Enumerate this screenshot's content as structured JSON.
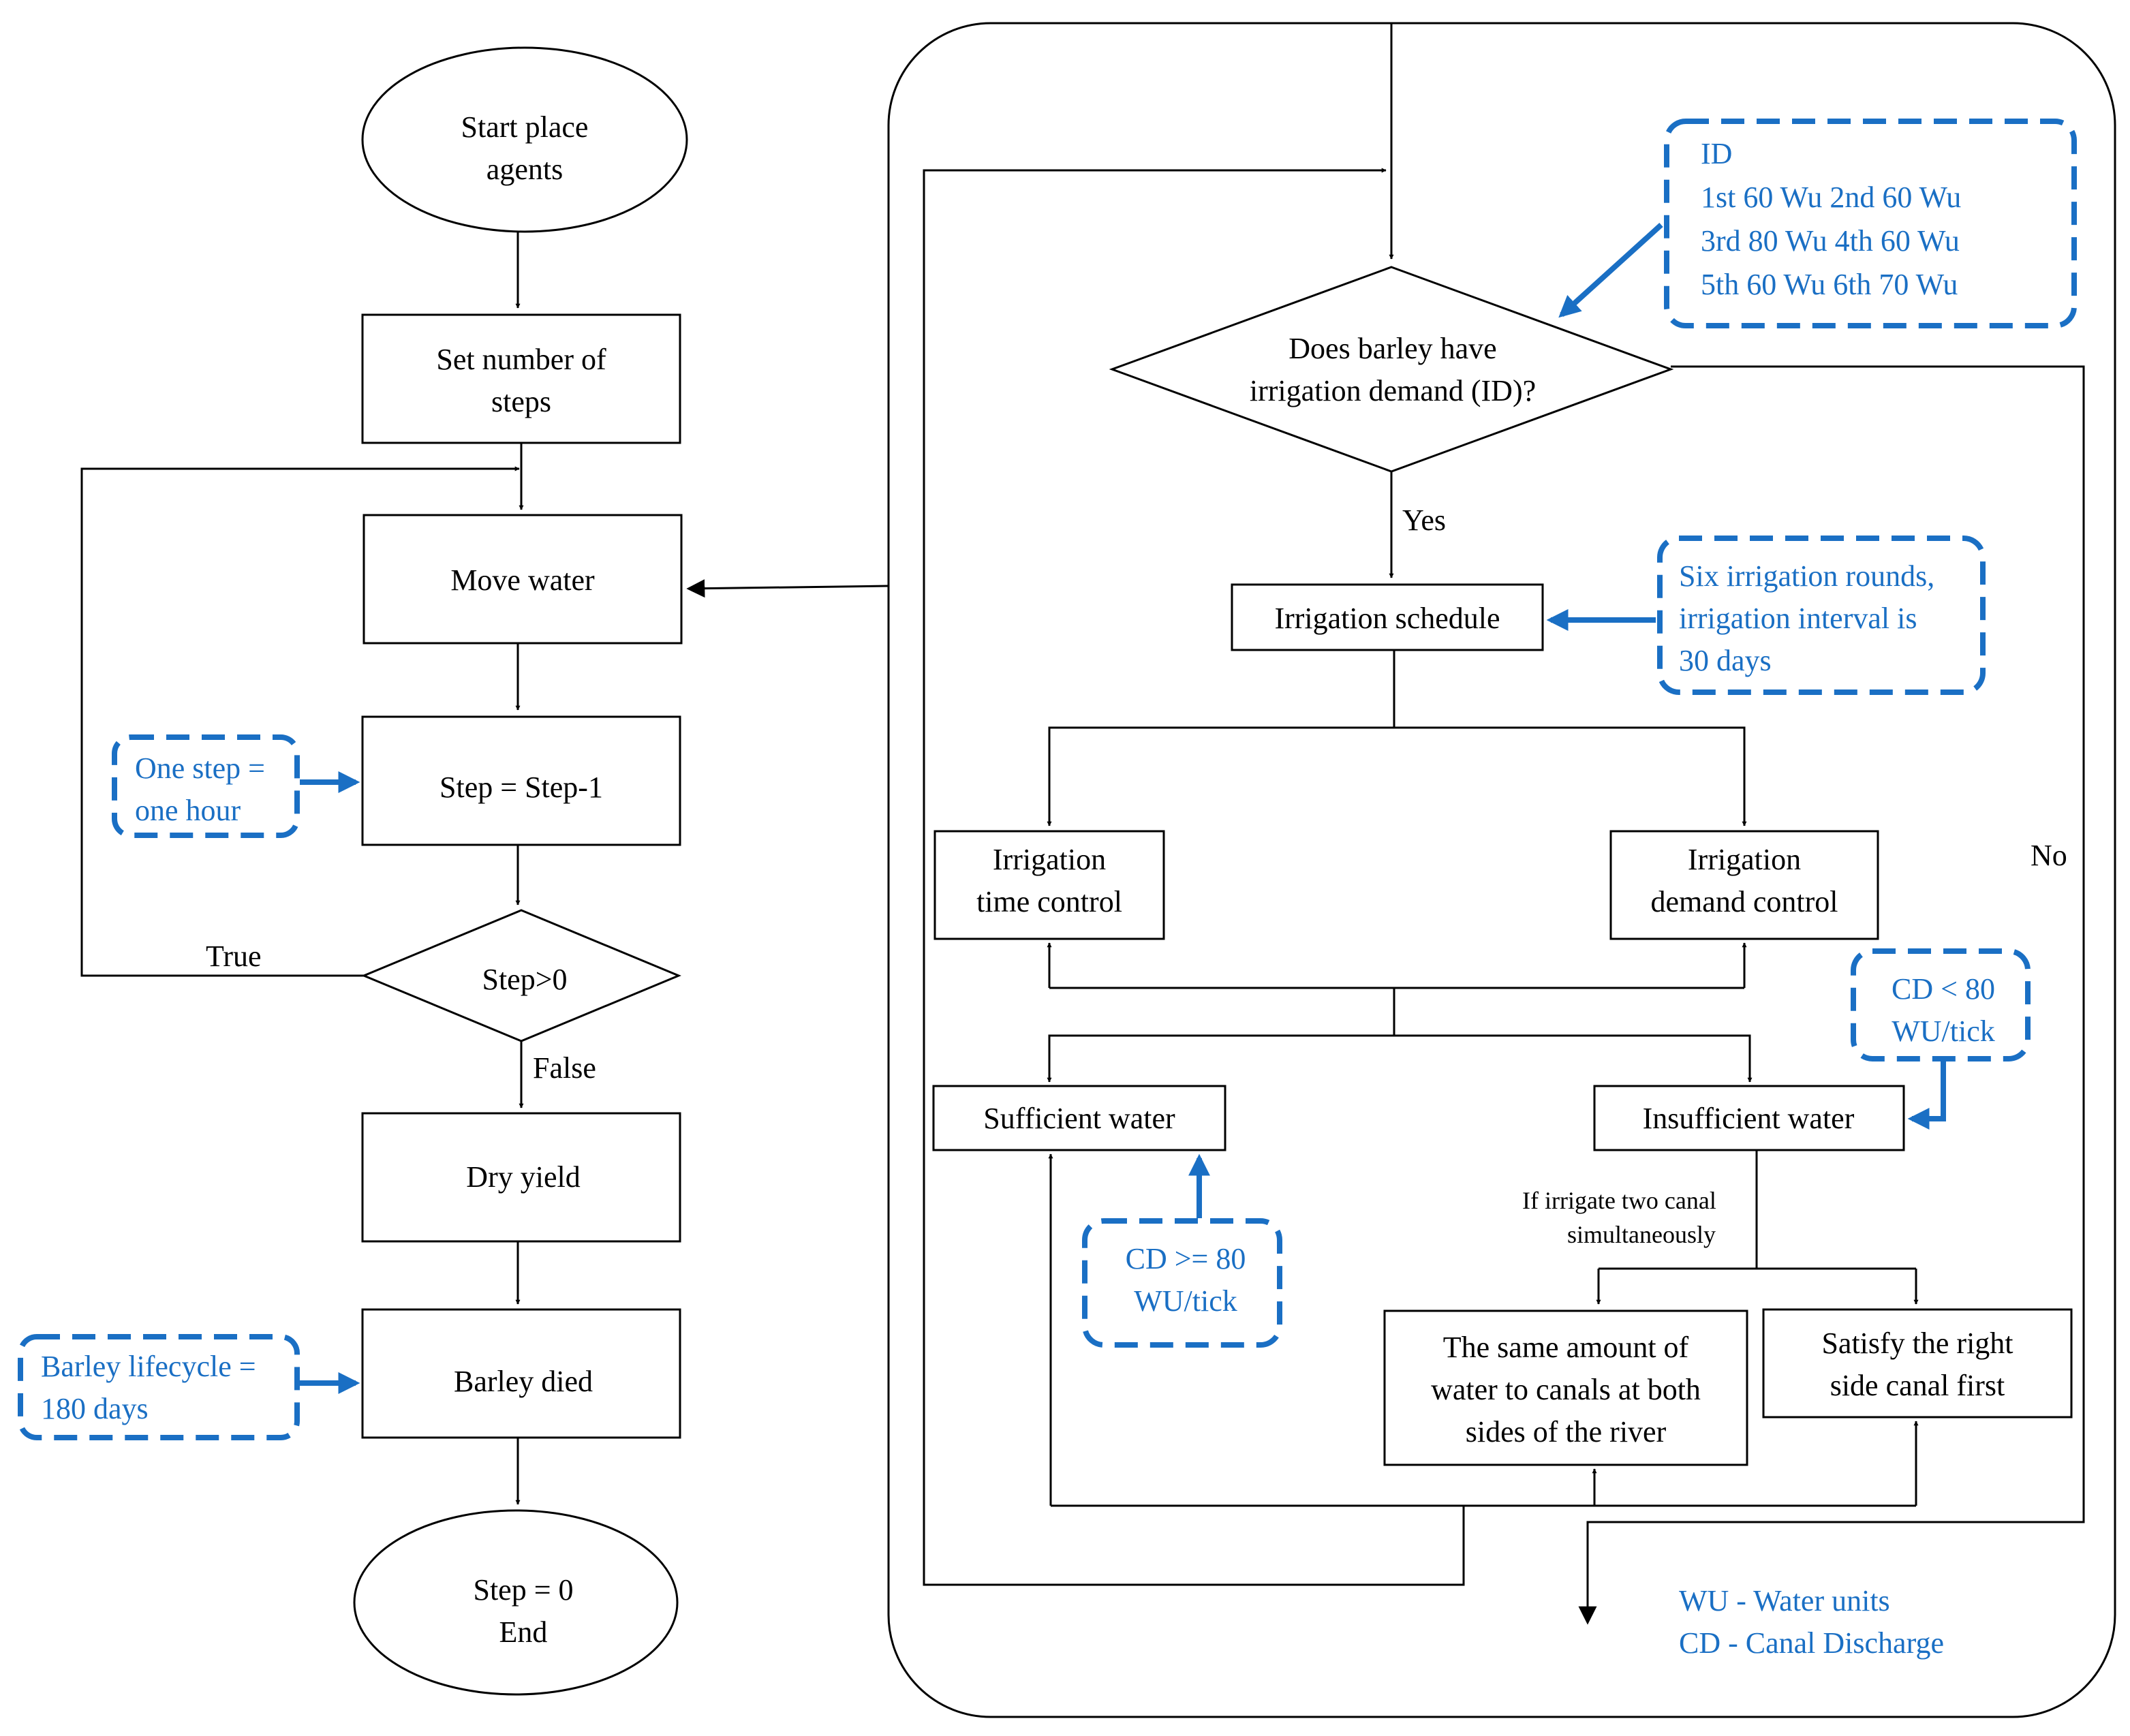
{
  "nodes": {
    "start": [
      "Start place",
      "agents"
    ],
    "set_steps": [
      "Set number of",
      "steps"
    ],
    "move_water": "Move water",
    "step_dec": "Step = Step-1",
    "step_check": "Step>0",
    "dry_yield": "Dry yield",
    "barley_died": "Barley died",
    "end": [
      "Step = 0",
      "End"
    ],
    "id_question": [
      "Does barley have",
      "irrigation demand (ID)?"
    ],
    "irrigation_schedule": "Irrigation schedule",
    "time_control": [
      "Irrigation",
      "time control"
    ],
    "demand_control": [
      "Irrigation",
      "demand control"
    ],
    "sufficient": "Sufficient water",
    "insufficient": "Insufficient water",
    "same_amount": [
      "The same amount of",
      "water to canals at both",
      "sides of the river"
    ],
    "right_first": [
      "Satisfy the right",
      "side canal first"
    ]
  },
  "edge_labels": {
    "true": "True",
    "false": "False",
    "yes": "Yes",
    "no": "No",
    "two_canal": [
      "If irrigate two canal",
      "simultaneously"
    ]
  },
  "notes": {
    "one_step": [
      "One step =",
      "one hour"
    ],
    "lifecycle": [
      "Barley lifecycle =",
      "180 days"
    ],
    "id_values": [
      "ID",
      "1st  60 Wu  2nd 60 Wu",
      "3rd  80 Wu  4th  60 Wu",
      "5th   60 Wu  6th 70 Wu"
    ],
    "six_rounds": [
      "Six irrigation rounds,",
      "irrigation interval is",
      "30 days"
    ],
    "cd_low": [
      "CD < 80",
      "WU/tick"
    ],
    "cd_high": [
      "CD >= 80",
      "WU/tick"
    ]
  },
  "legend": [
    "WU - Water units",
    "CD - Canal Discharge"
  ],
  "colors": {
    "accent": "#1a6fc4",
    "line": "#000000"
  }
}
